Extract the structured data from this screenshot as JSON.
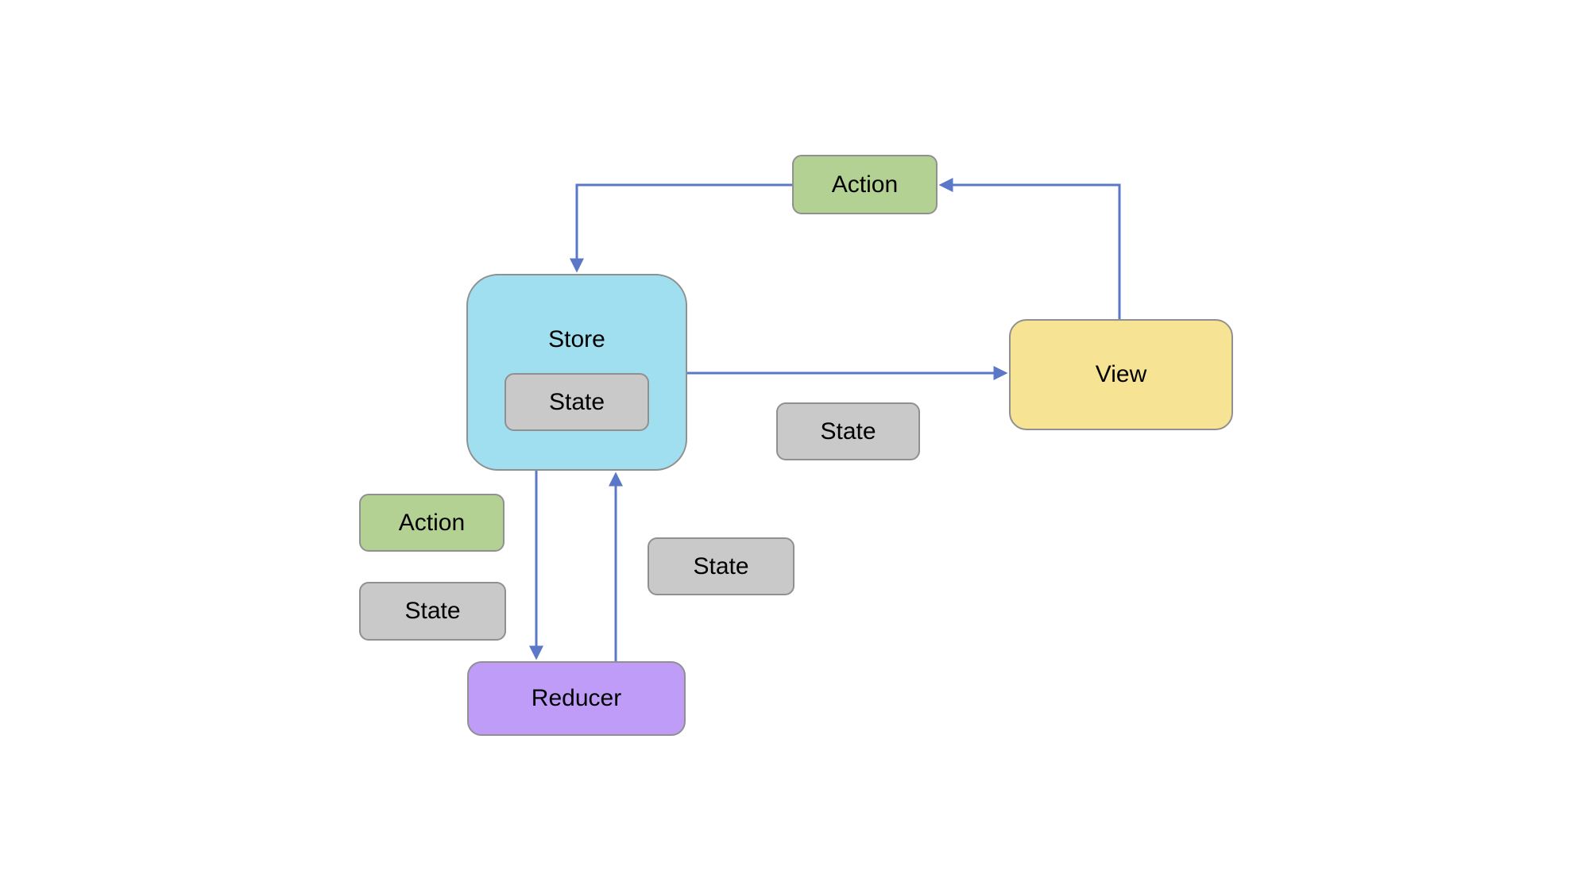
{
  "diagram": {
    "type": "flow-diagram",
    "nodes": {
      "action_top": {
        "label": "Action",
        "fill": "#b4d194"
      },
      "store": {
        "label": "Store",
        "fill": "#9fdff0"
      },
      "store_state": {
        "label": "State",
        "fill": "#c9c9c9"
      },
      "view": {
        "label": "View",
        "fill": "#f6e494"
      },
      "state_right": {
        "label": "State",
        "fill": "#c9c9c9"
      },
      "action_left": {
        "label": "Action",
        "fill": "#b4d194"
      },
      "state_left": {
        "label": "State",
        "fill": "#c9c9c9"
      },
      "state_mid": {
        "label": "State",
        "fill": "#c9c9c9"
      },
      "reducer": {
        "label": "Reducer",
        "fill": "#bf9cf7"
      }
    },
    "edges": [
      {
        "from": "view",
        "to": "action_top",
        "route": "up-then-left"
      },
      {
        "from": "action_top",
        "to": "store",
        "route": "left-then-down"
      },
      {
        "from": "store",
        "to": "view",
        "route": "right"
      },
      {
        "from": "store",
        "to": "reducer",
        "route": "down"
      },
      {
        "from": "reducer",
        "to": "store",
        "route": "up"
      }
    ],
    "colors": {
      "arrow": "#5b78c8",
      "node_border": "#909090",
      "text": "#000000",
      "background": "#ffffff"
    }
  }
}
